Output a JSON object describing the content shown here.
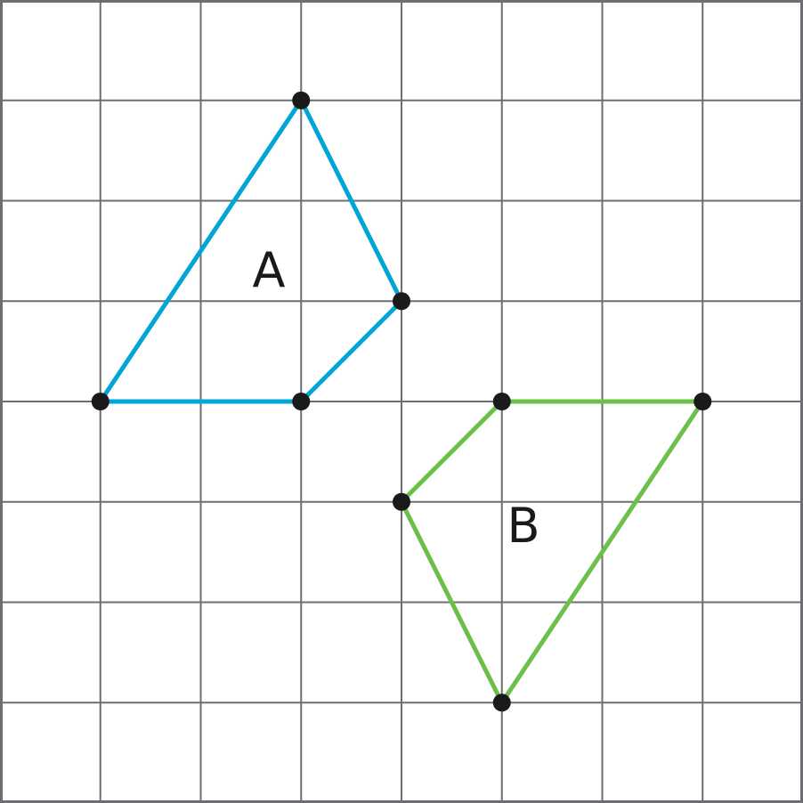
{
  "grid": {
    "columns": 8,
    "rows": 8,
    "line_color": "#6d6e71"
  },
  "shapes": [
    {
      "id": "A",
      "label": "A",
      "color": "#00a6d6",
      "vertices": [
        [
          3,
          1
        ],
        [
          4,
          3
        ],
        [
          3,
          4
        ],
        [
          1,
          4
        ]
      ]
    },
    {
      "id": "B",
      "label": "B",
      "color": "#6cc04a",
      "vertices": [
        [
          5,
          4
        ],
        [
          7,
          4
        ],
        [
          5,
          7
        ],
        [
          4,
          5
        ]
      ]
    }
  ]
}
